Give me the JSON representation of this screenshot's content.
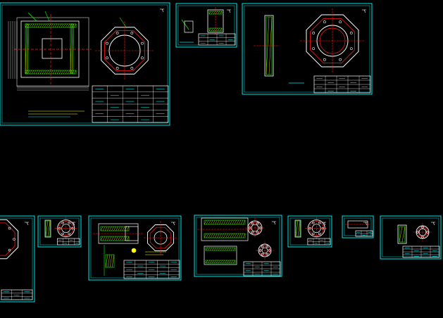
{
  "app": {
    "background": "#000000"
  },
  "colors": {
    "frame": "#00e5e5",
    "green": "#00ff00",
    "red": "#ff1a1a",
    "yellow": "#ffff00",
    "white": "#ffffff",
    "magenta": "#ff00ff"
  },
  "sheets": [
    {
      "id": "sheet-1",
      "kind": "assembly-large"
    },
    {
      "id": "sheet-2",
      "kind": "small-part"
    },
    {
      "id": "sheet-3",
      "kind": "octagon-flange"
    },
    {
      "id": "sheet-4",
      "kind": "partial-octagon"
    },
    {
      "id": "sheet-5",
      "kind": "ring-part"
    },
    {
      "id": "sheet-6",
      "kind": "assembly-medium"
    },
    {
      "id": "sheet-7",
      "kind": "sleeve-part"
    },
    {
      "id": "sheet-8",
      "kind": "ring-part"
    },
    {
      "id": "sheet-9",
      "kind": "plate-part"
    },
    {
      "id": "sheet-10",
      "kind": "bushing-part"
    }
  ]
}
